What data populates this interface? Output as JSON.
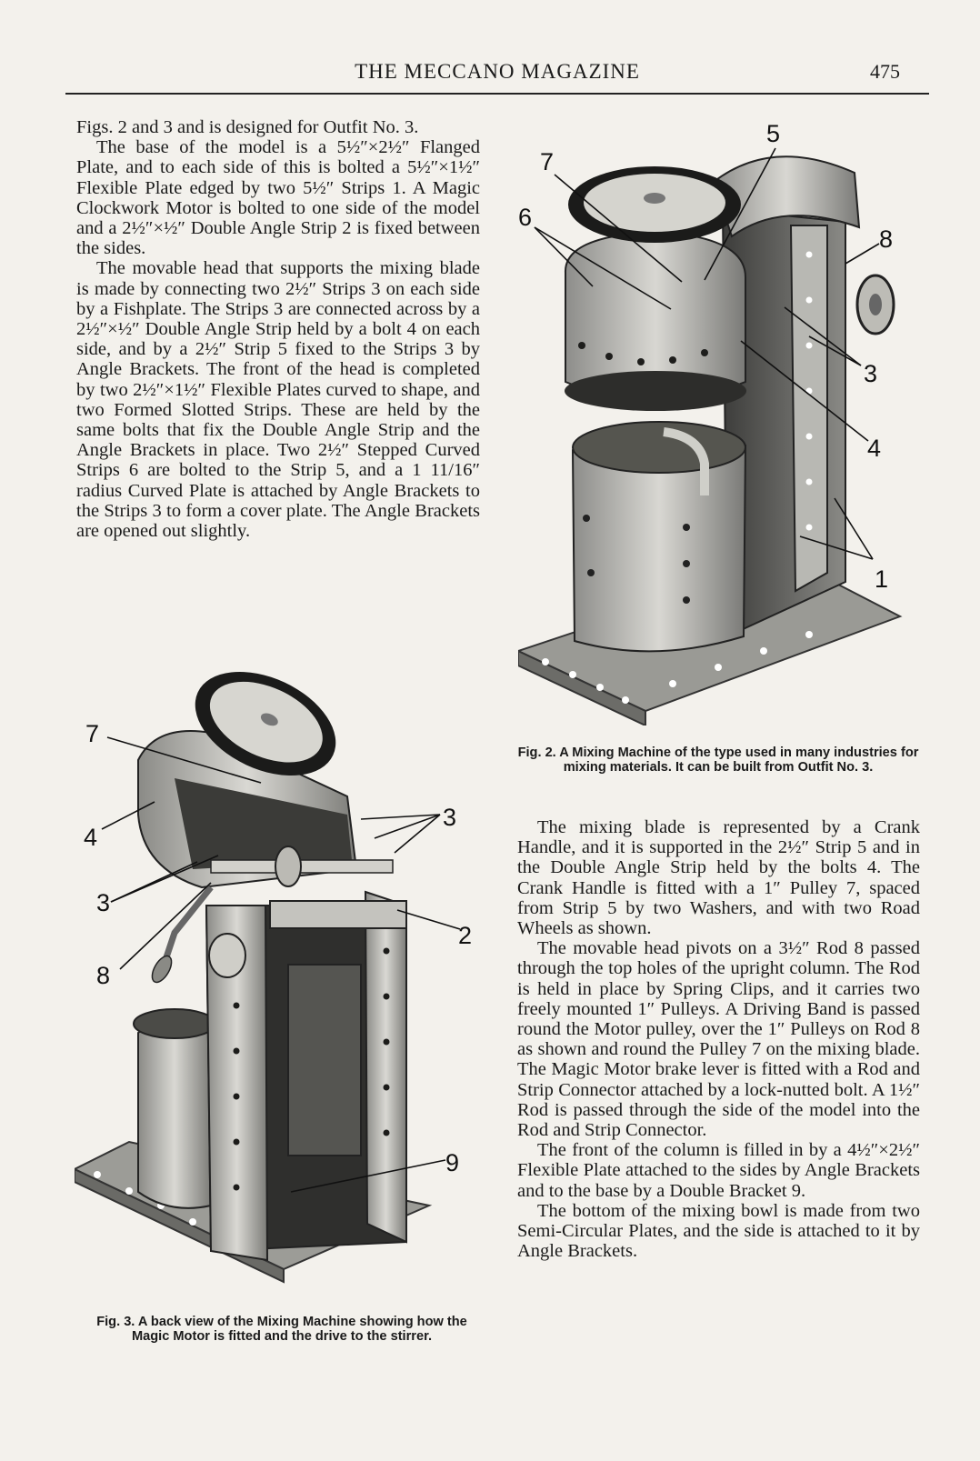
{
  "header": {
    "title": "THE MECCANO MAGAZINE",
    "page_number": "475"
  },
  "left_column": {
    "paragraphs": [
      "Figs. 2 and 3 and is designed for Outfit No. 3.",
      "The base of the model is a 5½″×2½″ Flanged Plate, and to each side of this is bolted a 5½″×1½″ Flexible Plate edged by two 5½″ Strips 1. A Magic Clockwork Motor is bolted to one side of the model and a 2½″×½″ Double Angle Strip 2 is fixed between the sides.",
      "The movable head that supports the mixing blade is made by connecting two 2½″ Strips 3 on each side by a Fishplate. The Strips 3 are connected across by a 2½″×½″ Double Angle Strip held by a bolt 4 on each side, and by a 2½″ Strip 5 fixed to the Strips 3 by Angle Brackets. The front of the head is completed by two 2½″×1½″ Flexible Plates curved to shape, and two Formed Slotted Strips. These are held by the same bolts that fix the Double Angle Strip and the Angle Brackets in place. Two 2½″ Stepped Curved Strips 6 are bolted to the Strip 5, and a 1 11/16″ radius Curved Plate is attached by Angle Brackets to the Strips 3 to form a cover plate. The Angle Brackets are opened out slightly."
    ]
  },
  "right_column": {
    "paragraphs": [
      "The mixing blade is represented by a Crank Handle, and it is supported in the 2½″ Strip 5 and in the Double Angle Strip held by the bolts 4. The Crank Handle is fitted with a 1″ Pulley 7, spaced from Strip 5 by two Washers, and with two Road Wheels as shown.",
      "The movable head pivots on a 3½″ Rod 8 passed through the top holes of the upright column. The Rod is held in place by Spring Clips, and it carries two freely mounted 1″ Pulleys. A Driving Band is passed round the Motor pulley, over the 1″ Pulleys on Rod 8 as shown and round the Pulley 7 on the mixing blade. The Magic Motor brake lever is fitted with a Rod and Strip Connector attached by a lock-nutted bolt. A 1½″ Rod is passed through the side of the model into the Rod and Strip Connector.",
      "The front of the column is filled in by a 4½″×2½″ Flexible Plate attached to the sides by Angle Brackets and to the base by a Double Bracket 9.",
      "The bottom of the mixing bowl is made from two Semi-Circular Plates, and the side is attached to it by Angle Brackets."
    ]
  },
  "figure2": {
    "caption": "Fig. 2. A Mixing Machine of the type used in many industries for mixing materials. It can be built from Outfit No. 3.",
    "labels": {
      "l5": "5",
      "l7": "7",
      "l6": "6",
      "l8": "8",
      "l3": "3",
      "l4": "4",
      "l1": "1"
    }
  },
  "figure3": {
    "caption": "Fig. 3. A back view of the Mixing Machine showing how the Magic Motor is fitted and the drive to the stirrer.",
    "labels": {
      "l7": "7",
      "l4": "4",
      "l3a": "3",
      "l3b": "3",
      "l8": "8",
      "l2": "2",
      "l9": "9"
    }
  }
}
